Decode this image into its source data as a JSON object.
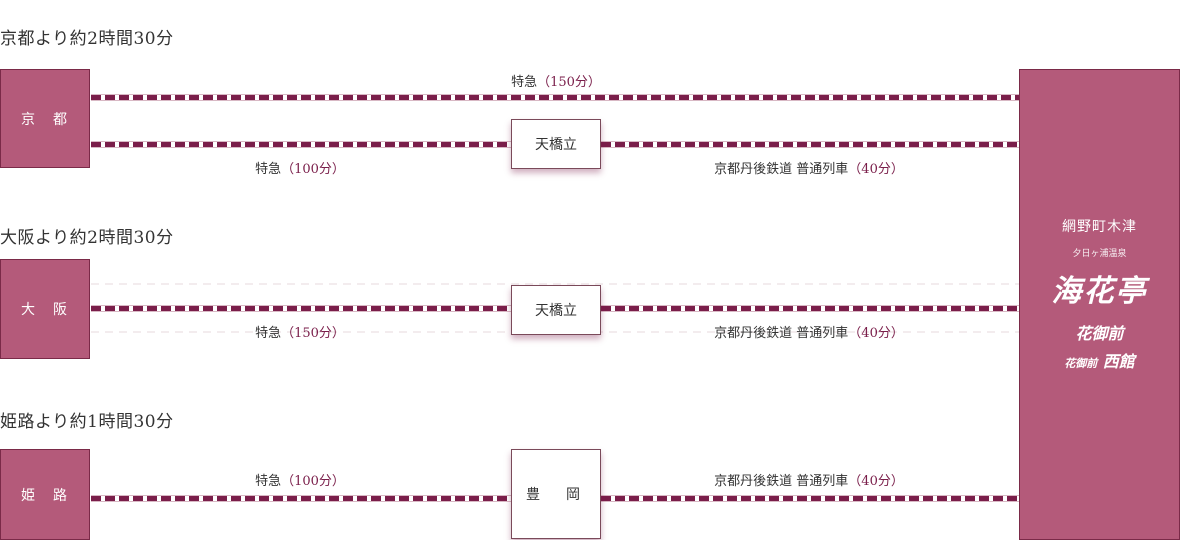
{
  "routes": [
    {
      "title": "京都より約2時間30分",
      "station": "京　都",
      "express_label": "特急",
      "express_minutes": "（150分）",
      "local_express_label": "特急",
      "local_express_minutes": "（100分）",
      "transfer": "天橋立",
      "tango_label": "京都丹後鉄道 普通列車",
      "tango_minutes": "（40分）"
    },
    {
      "title": "大阪より約2時間30分",
      "station": "大　阪",
      "express_label": "特急",
      "express_minutes": "（150分）",
      "transfer": "天橋立",
      "tango_label": "京都丹後鉄道 普通列車",
      "tango_minutes": "（40分）"
    },
    {
      "title": "姫路より約1時間30分",
      "station": "姫　路",
      "express_label": "特急",
      "express_minutes": "（100分）",
      "transfer": "豊　岡",
      "tango_label": "京都丹後鉄道 普通列車",
      "tango_minutes": "（40分）"
    }
  ],
  "destination": {
    "area": "網野町木津",
    "onsen": "夕日ヶ浦温泉",
    "main": "海花亭",
    "sub1": "花御前",
    "sub2_small": "花御前",
    "sub2": "西館"
  },
  "colors": {
    "box": "#b45a7a",
    "rail": "#7a1e4a",
    "minutes": "#7a1e4a"
  }
}
